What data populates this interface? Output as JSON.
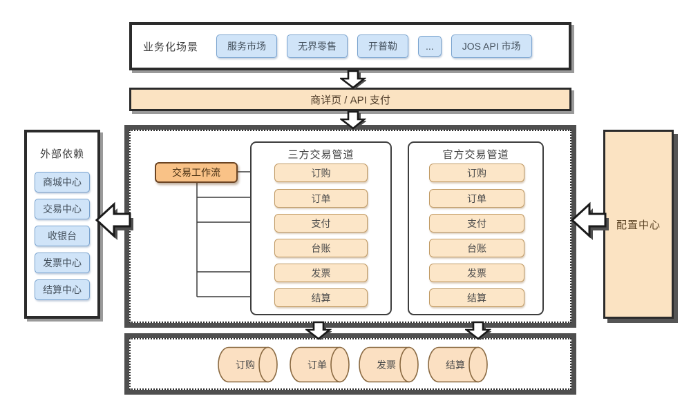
{
  "top_box": {
    "label": "业务化场景",
    "buttons": [
      "服务市场",
      "无界零售",
      "开普勒",
      "...",
      "JOS API 市场"
    ]
  },
  "pay_bar": {
    "label": "商详页 / API 支付"
  },
  "external_deps": {
    "title": "外部依赖",
    "items": [
      "商城中心",
      "交易中心",
      "收银台",
      "发票中心",
      "结算中心"
    ]
  },
  "config_center": {
    "label": "配置中心"
  },
  "main": {
    "workflow_label": "交易工作流",
    "third_party_pipeline": {
      "title": "三方交易管道",
      "items": [
        "订购",
        "订单",
        "支付",
        "台账",
        "发票",
        "结算"
      ]
    },
    "official_pipeline": {
      "title": "官方交易管道",
      "items": [
        "订购",
        "订单",
        "支付",
        "台账",
        "发票",
        "结算"
      ]
    }
  },
  "storage_layer": {
    "cylinders": [
      "订购",
      "订单",
      "发票",
      "结算"
    ]
  },
  "colors": {
    "peach_fill": "#fce6c8",
    "orange_fill": "#f9c287",
    "blue_fill": "#d0e4f8",
    "blue_border": "#78a2ce",
    "tan_border": "#c09a64",
    "dark_border": "#2b2b2b",
    "shadow_gray": "#4f4f4f"
  }
}
